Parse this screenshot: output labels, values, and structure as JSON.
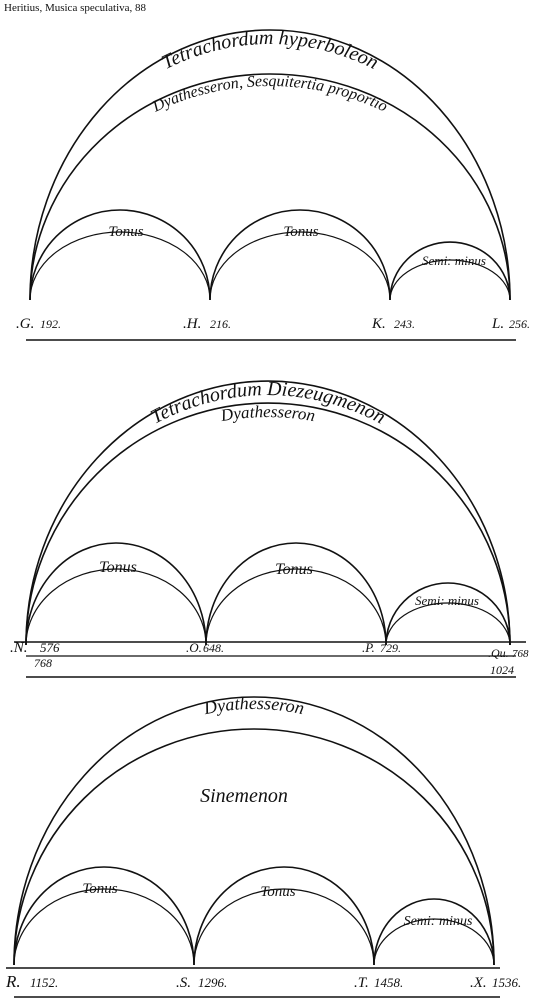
{
  "header": {
    "caption": "Heritius, Musica speculativa, 88"
  },
  "diagrams": [
    {
      "title": "Tetrachordum hyperboleon",
      "subtitle": "Dyathesseron, Sesquitertia proportio",
      "arc_labels": [
        "Tonus",
        "Tonus",
        "Semi: minus"
      ],
      "points": [
        {
          "letter": ".G.",
          "value": "192."
        },
        {
          "letter": ".H.",
          "value": "216."
        },
        {
          "letter": "K.",
          "value": "243."
        },
        {
          "letter": "L.",
          "value": "256."
        }
      ],
      "extra_numbers": []
    },
    {
      "title": "Tetrachordum Diezeugmenon",
      "subtitle": "Dyathesseron",
      "arc_labels": [
        "Tonus",
        "Tonus",
        "Semi: minus"
      ],
      "points": [
        {
          "letter": ".N.",
          "value": "576"
        },
        {
          "letter": ".O.",
          "value": "648."
        },
        {
          "letter": ".P.",
          "value": "729."
        },
        {
          "letter": ".Qu.",
          "value": "768"
        }
      ],
      "extra_numbers": [
        "768",
        "1024"
      ]
    },
    {
      "title": "Sinemenon",
      "subtitle": "Dyathesseron",
      "arc_labels": [
        "Tonus",
        "Tonus",
        "Semi: minus"
      ],
      "points": [
        {
          "letter": "R.",
          "value": "1152."
        },
        {
          "letter": ".S.",
          "value": "1296."
        },
        {
          "letter": ".T.",
          "value": "1458."
        },
        {
          "letter": ".X.",
          "value": "1536."
        }
      ],
      "extra_numbers": []
    }
  ]
}
